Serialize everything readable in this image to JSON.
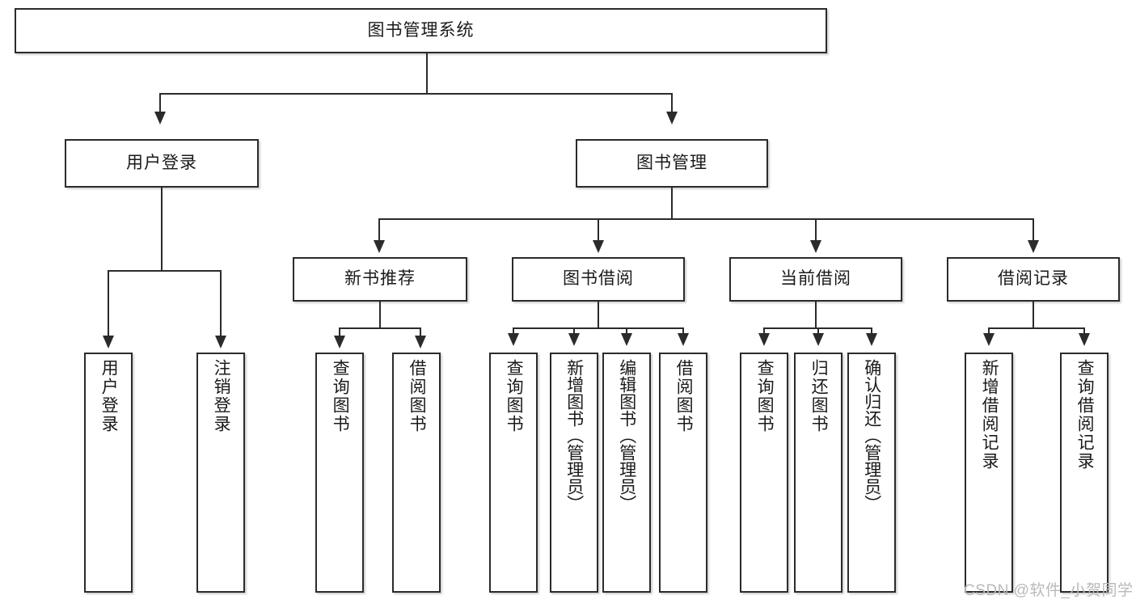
{
  "diagram": {
    "title": "图书管理系统",
    "type": "tree",
    "root": {
      "label": "图书管理系统"
    },
    "level2": [
      {
        "label": "用户登录"
      },
      {
        "label": "图书管理"
      }
    ],
    "level3": [
      {
        "label": "新书推荐"
      },
      {
        "label": "图书借阅"
      },
      {
        "label": "当前借阅"
      },
      {
        "label": "借阅记录"
      }
    ],
    "leaves": {
      "user_login": [
        {
          "label": "用户登录"
        },
        {
          "label": "注销登录"
        }
      ],
      "new_book_recommend": [
        {
          "label": "查询图书"
        },
        {
          "label": "借阅图书"
        }
      ],
      "book_borrow": [
        {
          "label": "查询图书"
        },
        {
          "label": "新增图书（管理员）"
        },
        {
          "label": "编辑图书（管理员）"
        },
        {
          "label": "借阅图书"
        }
      ],
      "current_borrow": [
        {
          "label": "查询图书"
        },
        {
          "label": "归还图书"
        },
        {
          "label": "确认归还（管理员）"
        }
      ],
      "borrow_record": [
        {
          "label": "新增借阅记录"
        },
        {
          "label": "查询借阅记录"
        }
      ]
    }
  },
  "watermark": {
    "text": "CSDN @软件_小贺同学"
  },
  "colors": {
    "border": "#2b2b2b",
    "fill": "#ffffff",
    "text": "#1a1a1a",
    "watermark": "#b9b9b9"
  }
}
